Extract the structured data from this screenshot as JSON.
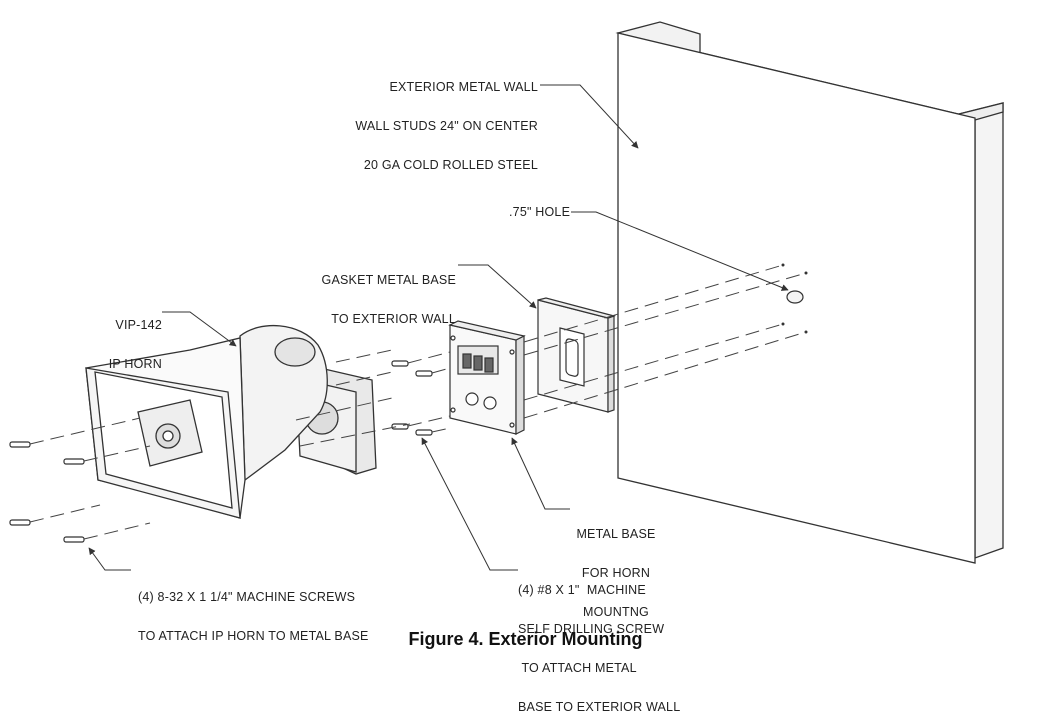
{
  "labels": {
    "wall": [
      "EXTERIOR METAL WALL",
      "WALL STUDS 24\" ON CENTER",
      "20 GA COLD ROLLED STEEL"
    ],
    "hole": ".75\" HOLE",
    "gasket": [
      "GASKET METAL BASE",
      "TO EXTERIOR WALL"
    ],
    "horn": [
      "VIP-142",
      "IP HORN"
    ],
    "metal_base": [
      "METAL BASE",
      "FOR HORN",
      "MOUNTNG"
    ],
    "self_drill": [
      "(4) #8 X 1\"  MACHINE",
      "SELF DRILLING SCREW",
      " TO ATTACH METAL",
      "BASE TO EXTERIOR WALL"
    ],
    "machine_screws": [
      "(4) 8-32 X 1 1/4\" MACHINE SCREWS",
      "TO ATTACH IP HORN TO METAL BASE"
    ]
  },
  "caption": "Figure 4. Exterior Mounting"
}
